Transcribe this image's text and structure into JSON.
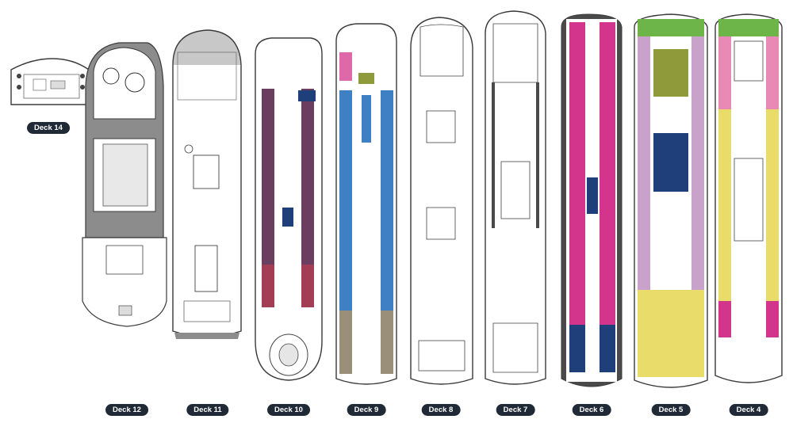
{
  "decks": [
    {
      "id": "d14",
      "label": "Deck 14"
    },
    {
      "id": "d12",
      "label": "Deck 12"
    },
    {
      "id": "d11",
      "label": "Deck 11"
    },
    {
      "id": "d10",
      "label": "Deck 10"
    },
    {
      "id": "d9",
      "label": "Deck 9"
    },
    {
      "id": "d8",
      "label": "Deck 8"
    },
    {
      "id": "d7",
      "label": "Deck 7"
    },
    {
      "id": "d6",
      "label": "Deck 6"
    },
    {
      "id": "d5",
      "label": "Deck 5"
    },
    {
      "id": "d4",
      "label": "Deck 4"
    }
  ],
  "colors": {
    "deck_fill": "#ffffff",
    "outline": "#3a3a3a",
    "dark_hull": "#4a4a4a",
    "deck12_gray": "#8c8c8c",
    "badge": "#1f2a36",
    "penthouse": "#6b3d5e",
    "suite_red": "#a33d55",
    "blue_verandah": "#3f7fc4",
    "navy": "#1f3f7a",
    "tan": "#9a8f78",
    "magenta": "#d4358c",
    "pink": "#e98ab6",
    "lilac": "#c9a2cc",
    "yellow": "#e9dc6a",
    "olive": "#8f9a3a",
    "green": "#6db548"
  }
}
